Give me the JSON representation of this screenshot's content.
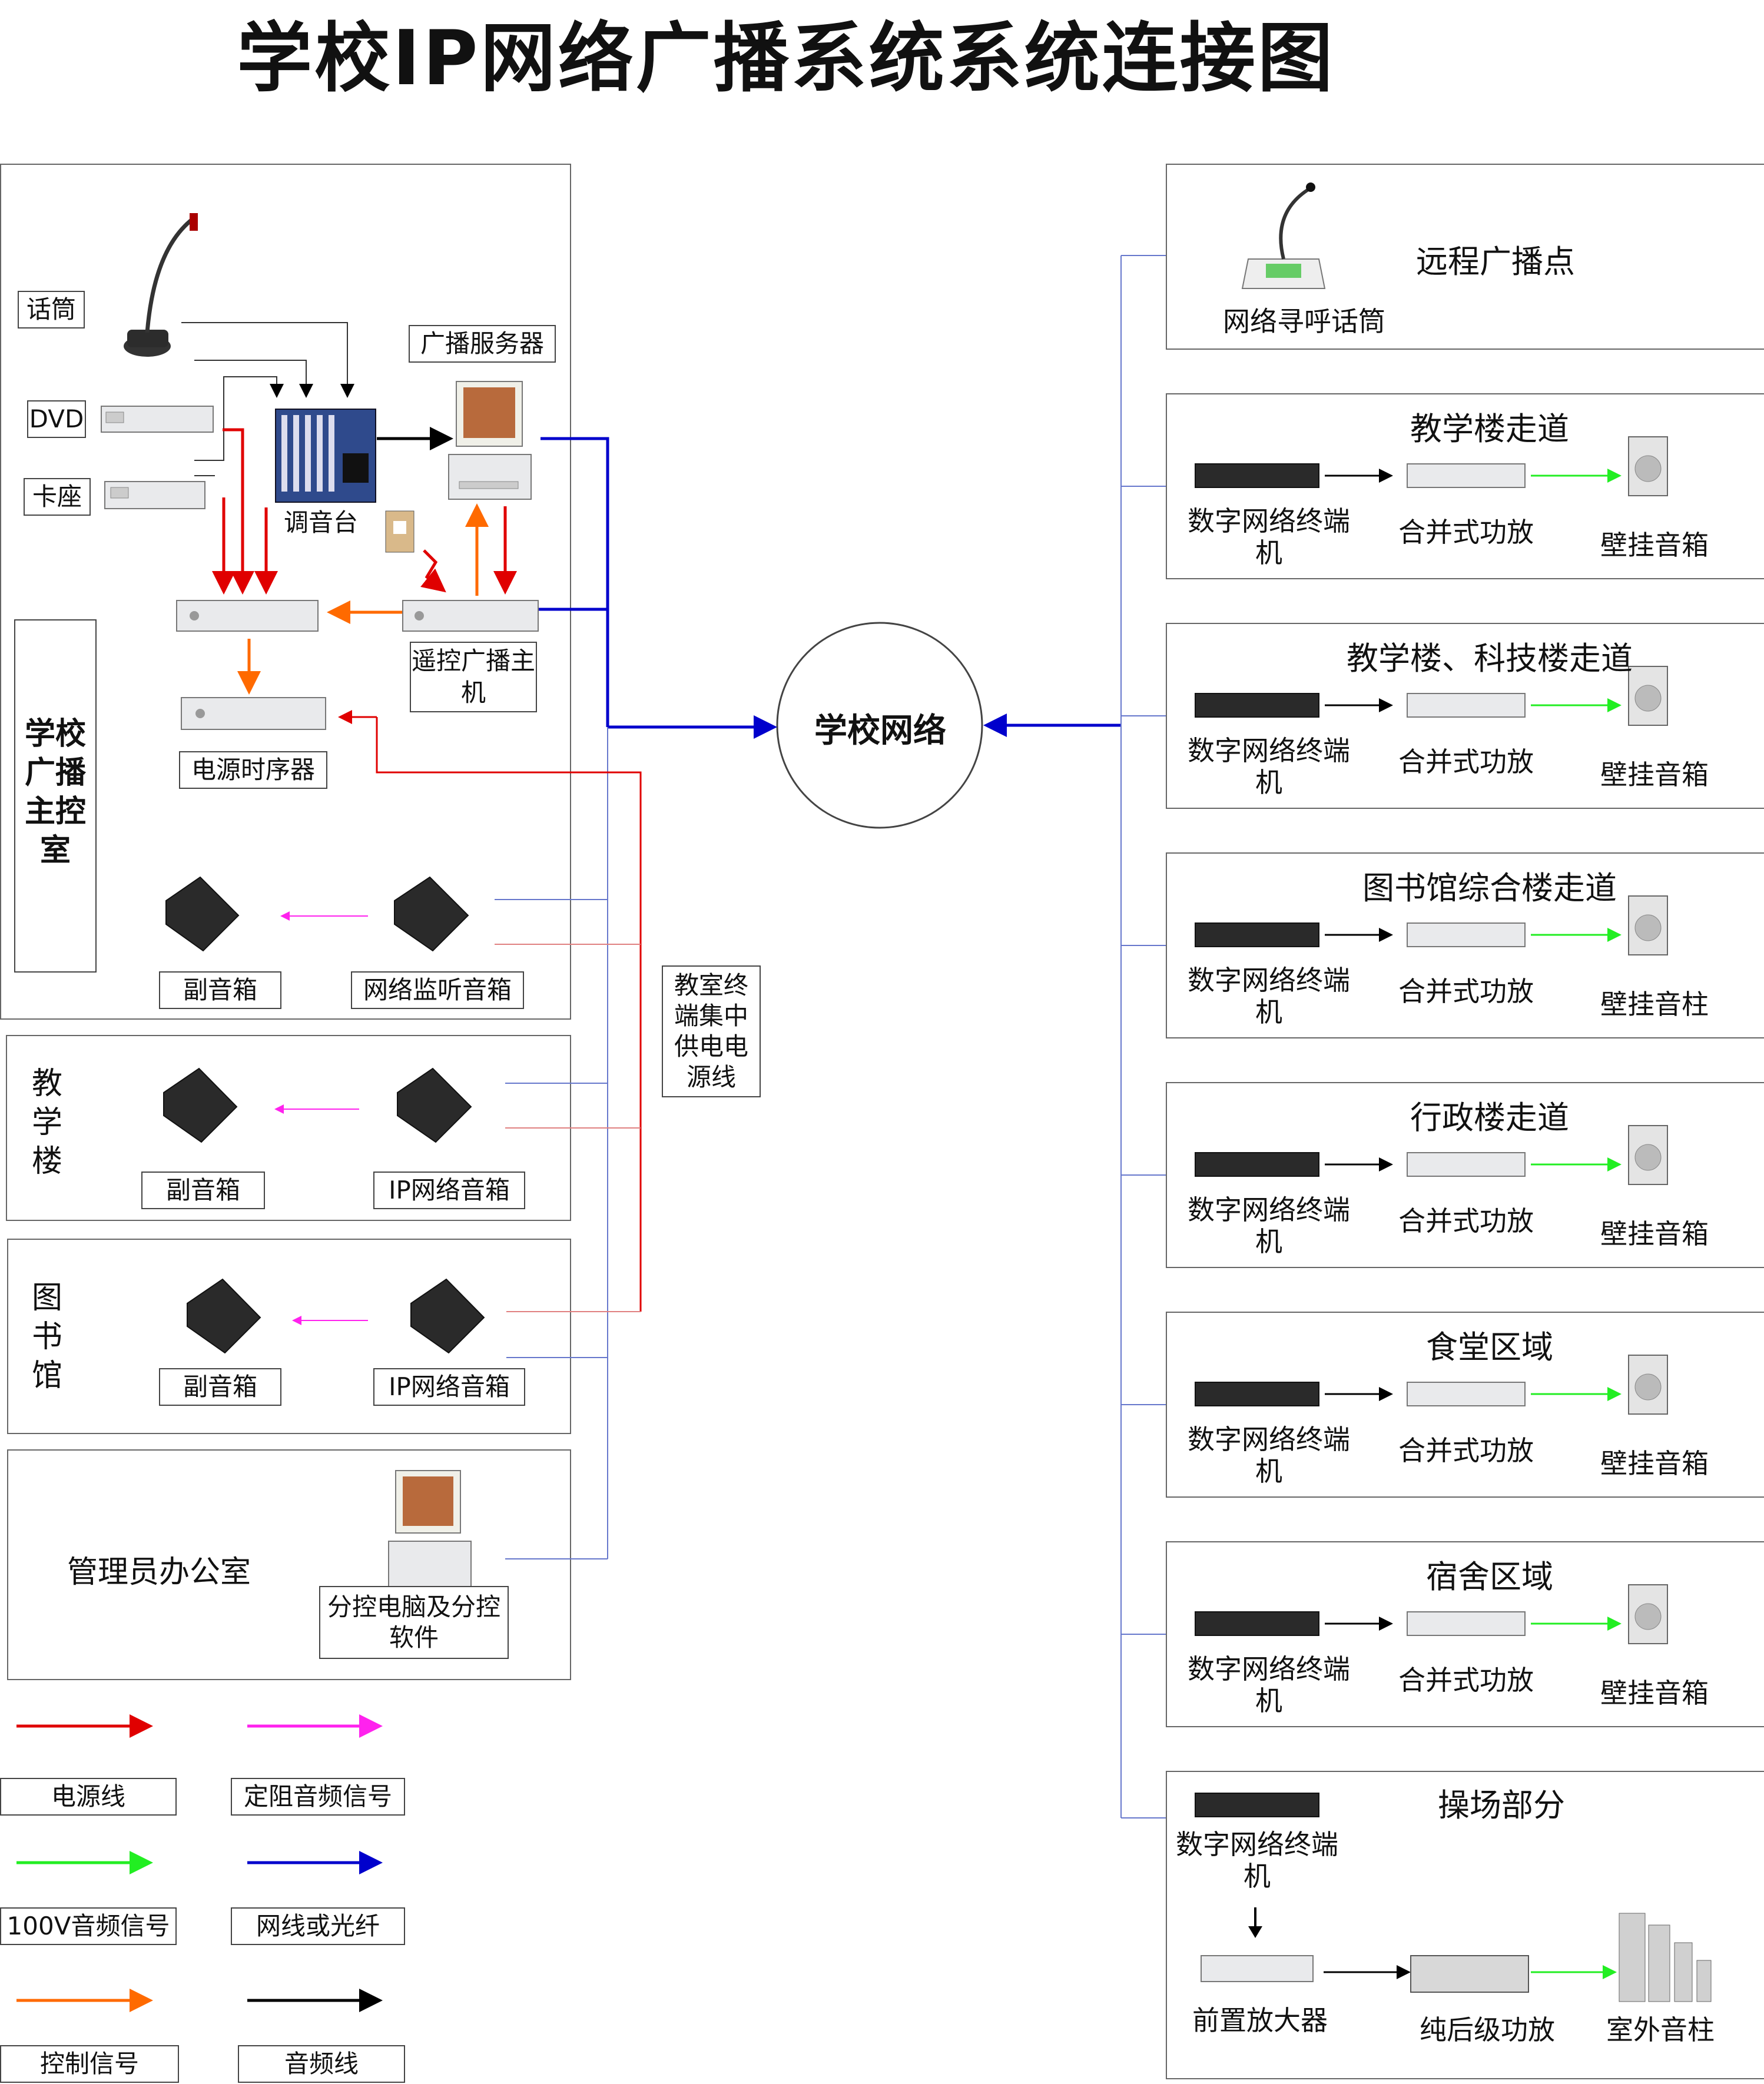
{
  "title": "学校IP网络广播系统系统连接图",
  "center": {
    "label": "学校网络"
  },
  "control_room": {
    "name": "学校广播主控室",
    "mic": "话筒",
    "dvd": "DVD",
    "cassette": "卡座",
    "mixer": "调音台",
    "server": "广播服务器",
    "remote_host": "遥控广播主机",
    "power_seq": "电源时序器",
    "sub_speaker": "副音箱",
    "monitor_speaker": "网络监听音箱"
  },
  "classroom_power": "教室终端集中供电电源线",
  "teaching_building": {
    "name": "教学楼",
    "sub_speaker": "副音箱",
    "ip_speaker": "IP网络音箱"
  },
  "library": {
    "name": "图书馆",
    "sub_speaker": "副音箱",
    "ip_speaker": "IP网络音箱"
  },
  "admin_office": {
    "name": "管理员办公室",
    "pc": "分控电脑及分控软件"
  },
  "legend": {
    "power": "电源线",
    "fixed": "定阻音频信号",
    "v100": "100V音频信号",
    "network": "网线或光纤",
    "control": "控制信号",
    "audio": "音频线",
    "colors": {
      "power": "#e00000",
      "fixed": "#ff22ee",
      "v100": "#22ee22",
      "network": "#0000cc",
      "control": "#ff6a00",
      "audio": "#000000"
    }
  },
  "remote_point": {
    "name": "远程广播点",
    "mic": "网络寻呼话筒"
  },
  "zones": [
    {
      "name": "教学楼走道",
      "terminal": "数字网络终端机",
      "amp": "合并式功放",
      "speaker": "壁挂音箱"
    },
    {
      "name": "教学楼、科技楼走道",
      "terminal": "数字网络终端机",
      "amp": "合并式功放",
      "speaker": "壁挂音箱"
    },
    {
      "name": "图书馆综合楼走道",
      "terminal": "数字网络终端机",
      "amp": "合并式功放",
      "speaker": "壁挂音柱"
    },
    {
      "name": "行政楼走道",
      "terminal": "数字网络终端机",
      "amp": "合并式功放",
      "speaker": "壁挂音箱"
    },
    {
      "name": "食堂区域",
      "terminal": "数字网络终端机",
      "amp": "合并式功放",
      "speaker": "壁挂音箱"
    },
    {
      "name": "宿舍区域",
      "terminal": "数字网络终端机",
      "amp": "合并式功放",
      "speaker": "壁挂音箱"
    }
  ],
  "playground": {
    "name": "操场部分",
    "terminal": "数字网络终端机",
    "preamp": "前置放大器",
    "amp": "纯后级功放",
    "speaker": "室外音柱"
  }
}
